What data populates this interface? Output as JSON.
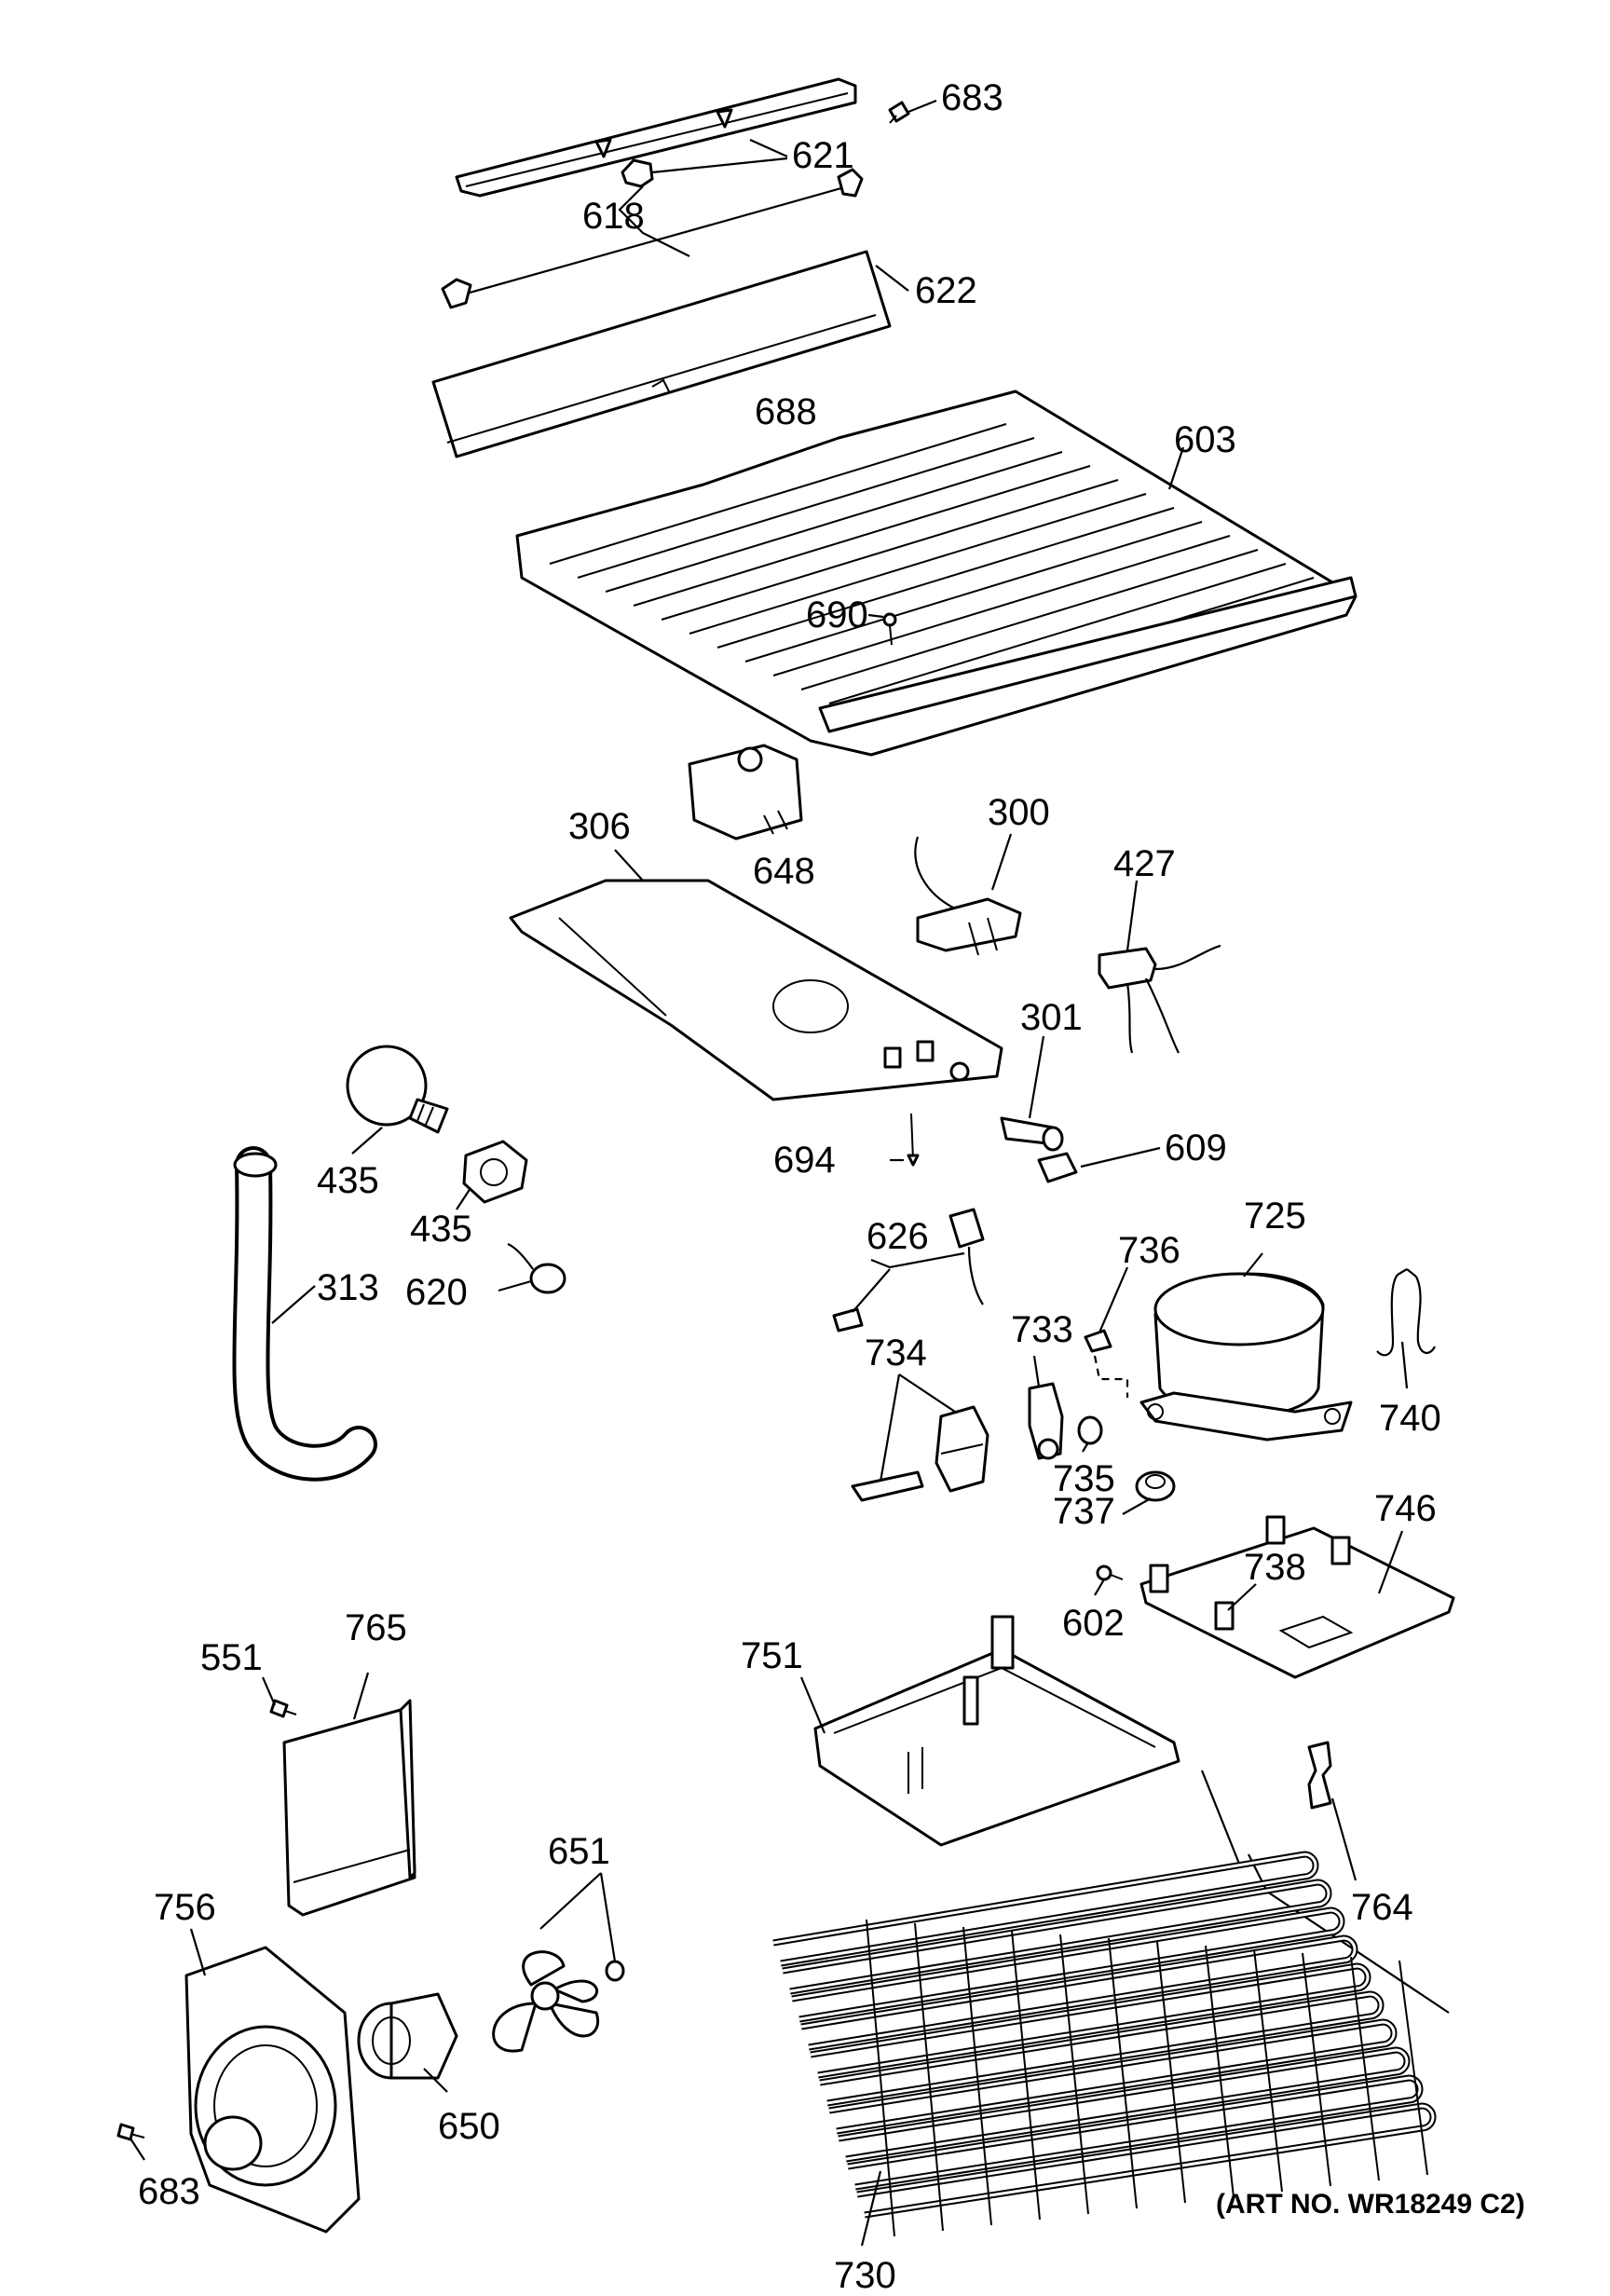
{
  "labels": {
    "p683a": "683",
    "p621": "621",
    "p618": "618",
    "p622": "622",
    "p688": "688",
    "p603": "603",
    "p690": "690",
    "p648": "648",
    "p306": "306",
    "p300": "300",
    "p427": "427",
    "p301": "301",
    "p694": "694",
    "p609": "609",
    "p435a": "435",
    "p435b": "435",
    "p313": "313",
    "p620": "620",
    "p626": "626",
    "p725": "725",
    "p736": "736",
    "p733": "733",
    "p734": "734",
    "p735": "735",
    "p740": "740",
    "p737": "737",
    "p746": "746",
    "p738": "738",
    "p602": "602",
    "p751": "751",
    "p551": "551",
    "p765": "765",
    "p651": "651",
    "p756": "756",
    "p764": "764",
    "p650": "650",
    "p730": "730",
    "p683b": "683"
  },
  "art_number": "(ART NO. WR18249 C2)"
}
